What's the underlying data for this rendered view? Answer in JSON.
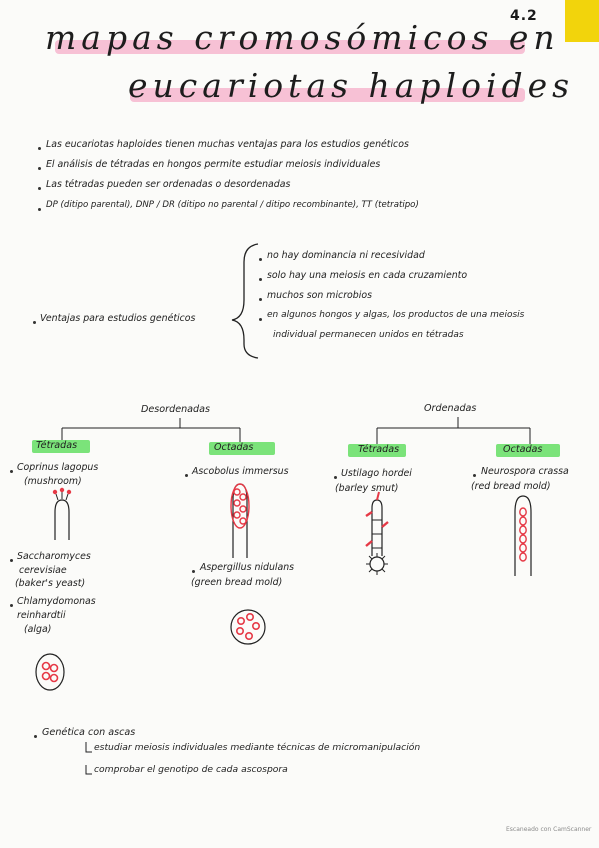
{
  "header": {
    "page_number": "4.2",
    "title_line1": "mapas cromosómicos en",
    "title_line2": "eucariotas haploides"
  },
  "bullets": [
    "Las eucariotas haploides tienen muchas ventajas para los estudios genéticos",
    "El análisis de tétradas en hongos permite estudiar meiosis individuales",
    "Las tétradas pueden ser ordenadas o desordenadas",
    "DP (ditipo parental), DNP / DR (ditipo no parental / ditipo recombinante), TT (tetratipo)"
  ],
  "advantages": {
    "label": "Ventajas para estudios genéticos",
    "items": [
      "no hay dominancia ni recesividad",
      "solo hay una meiosis en cada cruzamiento",
      "muchos son microbios",
      "en algunos hongos y algas, los productos de una meiosis",
      "individual permanecen unidos en tétradas"
    ]
  },
  "tree": {
    "left_root": "Desordenadas",
    "right_root": "Ordenadas",
    "left_children": [
      "Tétradas",
      "Octadas"
    ],
    "right_children": [
      "Tétradas",
      "Octadas"
    ]
  },
  "organisms": {
    "coprinus": [
      "Coprinus lagopus",
      "(mushroom)"
    ],
    "saccharomyces": [
      "Saccharomyces",
      "cerevisiae",
      "(baker's yeast)"
    ],
    "chlamydomonas": [
      "Chlamydomonas",
      "reinhardtii",
      "(alga)"
    ],
    "ascobolus": "Ascobolus immersus",
    "aspergillus": [
      "Aspergillus nidulans",
      "(green bread mold)"
    ],
    "ustilago": [
      "Ustilago hordei",
      "(barley smut)"
    ],
    "neurospora": [
      "Neurospora crassa",
      "(red bread mold)"
    ]
  },
  "genetics": {
    "heading": "Genética con ascas",
    "lines": [
      "estudiar meiosis individuales mediante técnicas de micromanipulación",
      "comprobar el genotipo de cada ascospora"
    ]
  },
  "footer": {
    "scanner": "Escaneado con CamScanner"
  },
  "colors": {
    "highlight_pink": "#f6b6cf",
    "highlight_green": "#7be37a",
    "spore_red": "#e63946",
    "corner_yellow": "#f2d40c"
  }
}
